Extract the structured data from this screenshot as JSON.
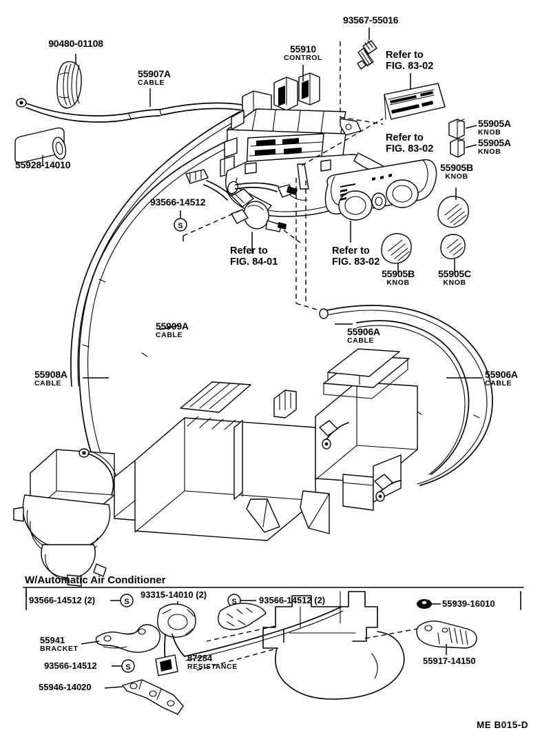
{
  "diagram": {
    "footer_code": "ME  B015-D",
    "section_title": "W/Automatic Air Conditioner",
    "background": "#ffffff",
    "ink": "#000000"
  },
  "callouts": {
    "clamp_top_left": {
      "pn": "90480-01108",
      "sub": ""
    },
    "cable_55907a": {
      "pn": "55907A",
      "sub": "CABLE"
    },
    "grommet_55928": {
      "pn": "55928-14010",
      "sub": ""
    },
    "control_55910": {
      "pn": "55910",
      "sub": "CONTROL"
    },
    "screw_93567": {
      "pn": "93567-55016",
      "sub": ""
    },
    "screw_93566_mid": {
      "pn": "93566-14512",
      "sub": ""
    },
    "knob_55905a_1": {
      "pn": "55905A",
      "sub": "KNOB"
    },
    "knob_55905a_2": {
      "pn": "55905A",
      "sub": "KNOB"
    },
    "knob_55905b_right": {
      "pn": "55905B",
      "sub": "KNOB"
    },
    "knob_55905b_lower": {
      "pn": "55905B",
      "sub": "KNOB"
    },
    "knob_55905c": {
      "pn": "55905C",
      "sub": "KNOB"
    },
    "cable_55909a": {
      "pn": "55909A",
      "sub": "CABLE"
    },
    "cable_55908a": {
      "pn": "55908A",
      "sub": "CABLE"
    },
    "cable_55906a_left": {
      "pn": "55906A",
      "sub": "CABLE"
    },
    "cable_55906a_right": {
      "pn": "55906A",
      "sub": "CABLE"
    }
  },
  "refer_notes": {
    "fig_83_02_upper": {
      "line1": "Refer to",
      "line2": "FIG. 83-02"
    },
    "fig_83_02_mid": {
      "line1": "Refer to",
      "line2": "FIG. 83-02"
    },
    "fig_84_01": {
      "line1": "Refer to",
      "line2": "FIG. 84-01"
    },
    "fig_83_02_panel": {
      "line1": "Refer to",
      "line2": "FIG. 83-02"
    }
  },
  "auto_ac_group": {
    "title": "W/Automatic Air Conditioner",
    "screw_left": {
      "pn": "93566-14512 (2)"
    },
    "screw_center": {
      "pn": "93315-14010 (2)"
    },
    "screw_right": {
      "pn": "93566-14512 (2)"
    },
    "nut_55939": {
      "pn": "55939-16010"
    },
    "bracket_55941": {
      "pn": "55941",
      "sub": "BRACKET"
    },
    "screw_93566": {
      "pn": "93566-14512"
    },
    "part_55946": {
      "pn": "55946-14020"
    },
    "resistance_87284": {
      "pn": "87284",
      "sub": "RESISTANCE"
    },
    "part_55917": {
      "pn": "55917-14150"
    }
  }
}
